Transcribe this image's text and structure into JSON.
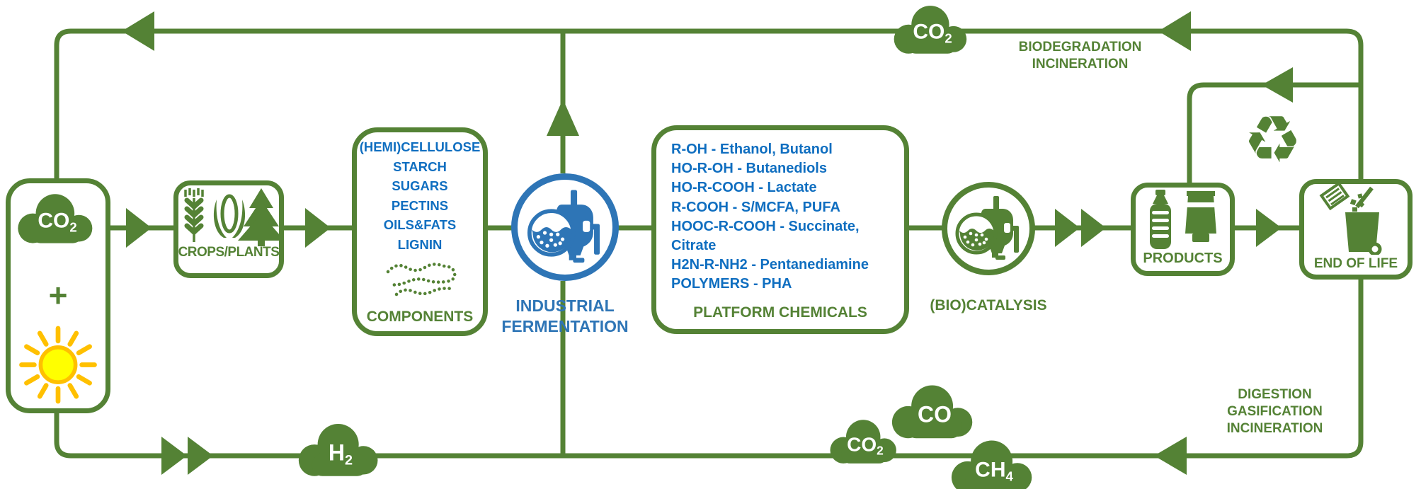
{
  "title": "Circular bio-based production diagram",
  "colors": {
    "green": "#548235",
    "blue_ring": "#2e75b6",
    "blue_text": "#0f6ec0",
    "sun_core": "#ffff00",
    "sun_rays": "#ffc000",
    "background": "#ffffff",
    "cloud_text": "#ffffff"
  },
  "source": {
    "co2": {
      "main": "CO",
      "sub": "2"
    },
    "plus": "+"
  },
  "crops": {
    "label": "CROPS/PLANTS"
  },
  "components": {
    "lines": [
      "(HEMI)CELLULOSE",
      "STARCH",
      "SUGARS",
      "PECTINS",
      "OILS&FATS",
      "LIGNIN"
    ],
    "label": "COMPONENTS"
  },
  "fermentation": {
    "label_line1": "INDUSTRIAL",
    "label_line2": "FERMENTATION"
  },
  "platform": {
    "lines": [
      "R-OH - Ethanol, Butanol",
      "HO-R-OH - Butanediols",
      "HO-R-COOH - Lactate",
      "R-COOH - S/MCFA, PUFA",
      "HOOC-R-COOH - Succinate,",
      "Citrate",
      "H2N-R-NH2 - Pentanediamine",
      "POLYMERS - PHA"
    ],
    "label": "PLATFORM CHEMICALS"
  },
  "catalysis": {
    "label": "(BIO)CATALYSIS"
  },
  "products": {
    "label": "PRODUCTS"
  },
  "end_of_life": {
    "label": "END OF LIFE"
  },
  "clouds": {
    "top_co2": {
      "main": "CO",
      "sub": "2"
    },
    "h2": {
      "main": "H",
      "sub": "2"
    },
    "bottom_co2": {
      "main": "CO",
      "sub": "2"
    },
    "co": {
      "main": "CO",
      "sub": ""
    },
    "ch4": {
      "main": "CH",
      "sub": "4"
    }
  },
  "notes": {
    "top_right": [
      "BIODEGRADATION",
      "INCINERATION"
    ],
    "bottom_right": [
      "DIGESTION",
      "GASIFICATION",
      "INCINERATION"
    ]
  },
  "recycle_symbol": "♻"
}
